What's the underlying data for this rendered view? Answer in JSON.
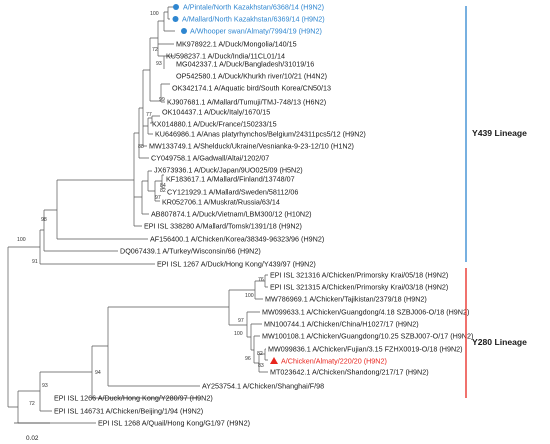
{
  "colors": {
    "branch": "#555555",
    "highlight_blue": "#2e86d0",
    "highlight_red": "#e8261f",
    "y439_bar": "#2e86d0",
    "y280_bar": "#e8261f"
  },
  "leaves": [
    {
      "label": "A/Pintale/North Kazakhstan/6368/14 (H9N2)",
      "highlight": "blue",
      "marker": "circle"
    },
    {
      "label": "A/Mallard/North Kazakhstan/6369/14 (H9N2)",
      "highlight": "blue",
      "marker": "circle"
    },
    {
      "label": "A/Whooper swan/Almaty/7994/19 (H9N2)",
      "highlight": "blue",
      "marker": "circle"
    },
    {
      "label": "MK978922.1 A/Duck/Mongolia/140/15"
    },
    {
      "label": "KU598237.1 A/Duck/India/11CL01/14"
    },
    {
      "label": "MG042337.1 A/Duck/Bangladesh/31019/16"
    },
    {
      "label": "OP542580.1 A/Duck/Khurkh river/10/21 (H4N2)"
    },
    {
      "label": "OK342174.1 A/Aquatic bird/South Korea/CN50/13"
    },
    {
      "label": "KJ907681.1 A/Mallard/Tumuji/TMJ-748/13 (H6N2)"
    },
    {
      "label": "OK104437.1 A/Duck/Italy/1670/15"
    },
    {
      "label": "KX014880.1 A/Duck/France/150233/15"
    },
    {
      "label": "KU646986.1 A/Anas platyrhynchos/Belgium/24311pcs5/12 (H9N2)"
    },
    {
      "label": "MW133749.1 A/Shelduck/Ukraine/Vesnianka-9-23-12/10 (H1N2)"
    },
    {
      "label": "CY049758.1 A/Gadwall/Altai/1202/07"
    },
    {
      "label": "JX673936.1 A/Duck/Japan/9UO025/09 (H5N2)"
    },
    {
      "label": "KF183617.1 A/Mallard/Finland/13748/07"
    },
    {
      "label": "CY121929.1 A/Mallard/Sweden/58112/06"
    },
    {
      "label": "KR052706.1 A/Muskrat/Russia/63/14"
    },
    {
      "label": "AB807874.1 A/Duck/Vietnam/LBM300/12 (H10N2)"
    },
    {
      "label": "EPI ISL 338280 A/Mallard/Tomsk/1391/18 (H9N2)"
    },
    {
      "label": "AF156400.1 A/Chicken/Korea/38349-96323/96 (H9N2)"
    },
    {
      "label": "DQ067439.1 A/Turkey/Wisconsin/66 (H9N2)"
    },
    {
      "label": "EPI ISL 1267 A/Duck/Hong Kong/Y439/97 (H9N2)"
    },
    {
      "label": "EPI ISL 321316 A/Chicken/Primorsky Krai/05/18 (H9N2)"
    },
    {
      "label": "EPI ISL 321315 A/Chicken/Primorsky Krai/03/18 (H9N2)"
    },
    {
      "label": "MW786969.1 A/Chicken/Tajikistan/2379/18 (H9N2)"
    },
    {
      "label": "MW099633.1 A/Chicken/Guangdong/4.18 SZBJ006-O/18 (H9N2)"
    },
    {
      "label": "MN100744.1 A/Chicken/China/H1027/17 (H9N2)"
    },
    {
      "label": "MW100108.1 A/Chicken/Guangdong/10.25 SZBJ007-O/17 (H9N2)"
    },
    {
      "label": "MW099836.1 A/Chicken/Fujian/3.15 FZHX0019-O/18 (H9N2)"
    },
    {
      "label": "A/Chicken/Almaty/220/20 (H9N2)",
      "highlight": "red",
      "marker": "triangle"
    },
    {
      "label": "MT023642.1 A/Chicken/Shandong/217/17 (H9N2)"
    },
    {
      "label": "AY253754.1 A/Chicken/Shanghai/F/98"
    },
    {
      "label": "EPI ISL 1266 A/Duck/Hong Kong/Y280/97 (H9N2)"
    },
    {
      "label": "EPI ISL 146731 A/Chicken/Beijing/1/94 (H9N2)"
    },
    {
      "label": "EPI ISL 1268 A/Quail/Hong Kong/G1/97 (H9N2)"
    }
  ],
  "bootstrap": [
    "100",
    "72",
    "93",
    "99",
    "77",
    "88",
    "84",
    "82",
    "97",
    "98",
    "100",
    "91",
    "76",
    "100",
    "97",
    "100",
    "96",
    "82",
    "83",
    "94",
    "93",
    "72"
  ],
  "lineages": [
    {
      "label": "Y439 Lineage",
      "color": "#2e86d0"
    },
    {
      "label": "Y280 Lineage",
      "color": "#e8261f"
    }
  ],
  "scale_bar": {
    "label": "0.02"
  }
}
